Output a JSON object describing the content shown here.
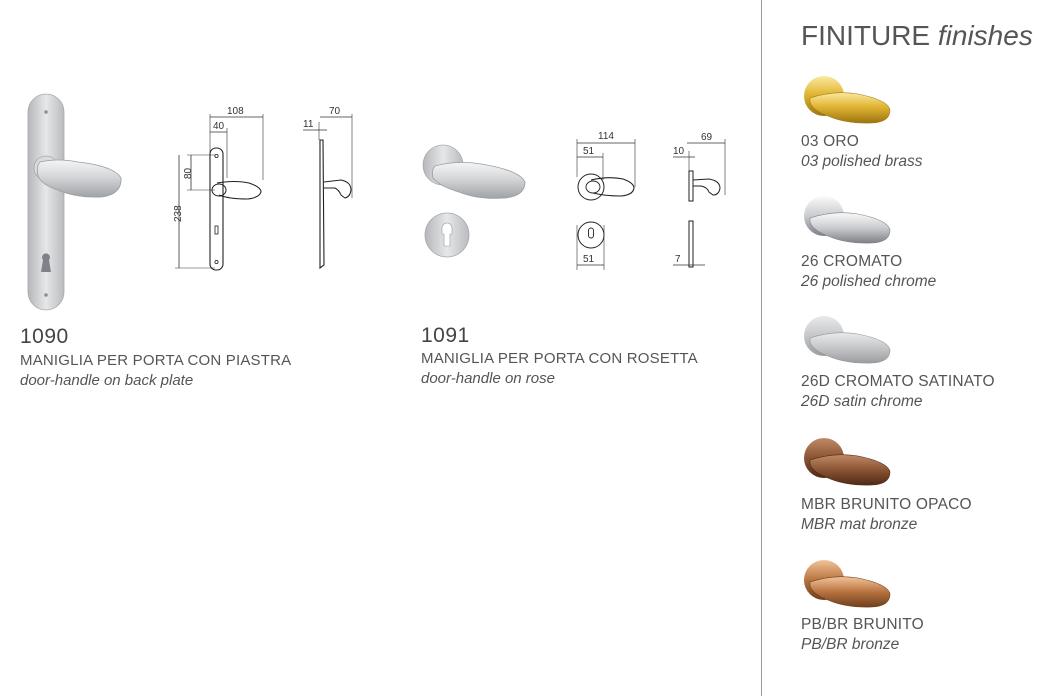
{
  "products": [
    {
      "code": "1090",
      "name_it": "MANIGLIA PER PORTA CON PIASTRA",
      "name_en": "door-handle on back plate",
      "dims": {
        "width": "108",
        "offset": "40",
        "center": "80",
        "height": "238",
        "projection": "70",
        "thickness": "11"
      }
    },
    {
      "code": "1091",
      "name_it": "MANIGLIA PER PORTA CON ROSETTA",
      "name_en": "door-handle on rose",
      "dims": {
        "width": "114",
        "offset": "51",
        "projection": "69",
        "thickness": "10",
        "rose": "51",
        "rose_thickness": "7"
      }
    }
  ],
  "finishes": {
    "title": "FINITURE",
    "title_en": "finishes",
    "items": [
      {
        "it": "03 ORO",
        "en": "03 polished brass",
        "color": "#d8ad2a"
      },
      {
        "it": "26 CROMATO",
        "en": "26 polished chrome",
        "color": "#c9cbcf"
      },
      {
        "it": "26D CROMATO SATINATO",
        "en": "26D satin chrome",
        "color": "#c2c3c5"
      },
      {
        "it": "MBR BRUNITO OPACO",
        "en": "MBR mat bronze",
        "color": "#8a5334"
      },
      {
        "it": "PB/BR BRUNITO",
        "en": "PB/BR bronze",
        "color": "#b8733f"
      }
    ]
  }
}
